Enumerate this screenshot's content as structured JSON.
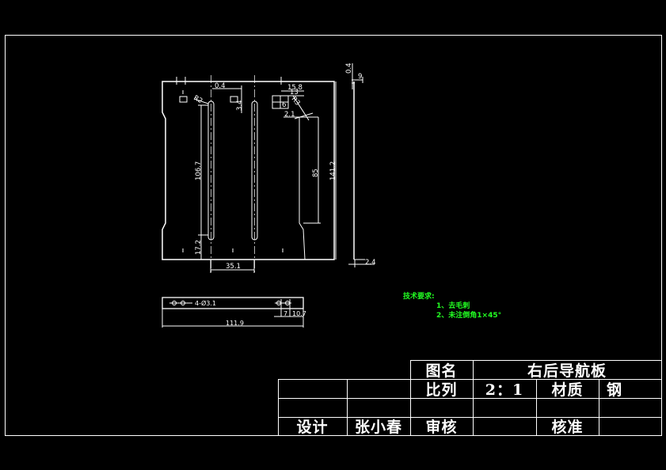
{
  "drawing": {
    "background": "#000000",
    "line_color": "#ffffff",
    "note_color": "#22ff22",
    "dimensions": {
      "top_left_gap": "0.4",
      "slot_offset": "3.4",
      "radius_small": "R2",
      "width_15_8": "15.8",
      "width_13": "13",
      "width_6": "6",
      "radius_r3": "R3",
      "offset_2_1": "2.1",
      "slot_length": "106.7",
      "bottom_offset": "17.2",
      "slot_spacing": "35.1",
      "notch_length": "85",
      "total_height": "141.2",
      "side_top": "0.4",
      "side_width": "9",
      "side_bottom": "2.4",
      "holes": "4-Ø3.1",
      "hole_7": "7",
      "hole_10_7": "10.7",
      "total_width": "111.9"
    },
    "tech_requirements": {
      "title": "技术要求:",
      "items": [
        "1、去毛刺",
        "2、未注倒角1×45°"
      ]
    }
  },
  "title_block": {
    "drawing_name_label": "图名",
    "drawing_name": "右后导航板",
    "scale_label": "比列",
    "scale": "2：1",
    "material_label": "材质",
    "material": "钢",
    "designer_label": "设计",
    "designer": "张小春",
    "review_label": "审核",
    "review": "",
    "approve_label": "核准",
    "approve": ""
  }
}
